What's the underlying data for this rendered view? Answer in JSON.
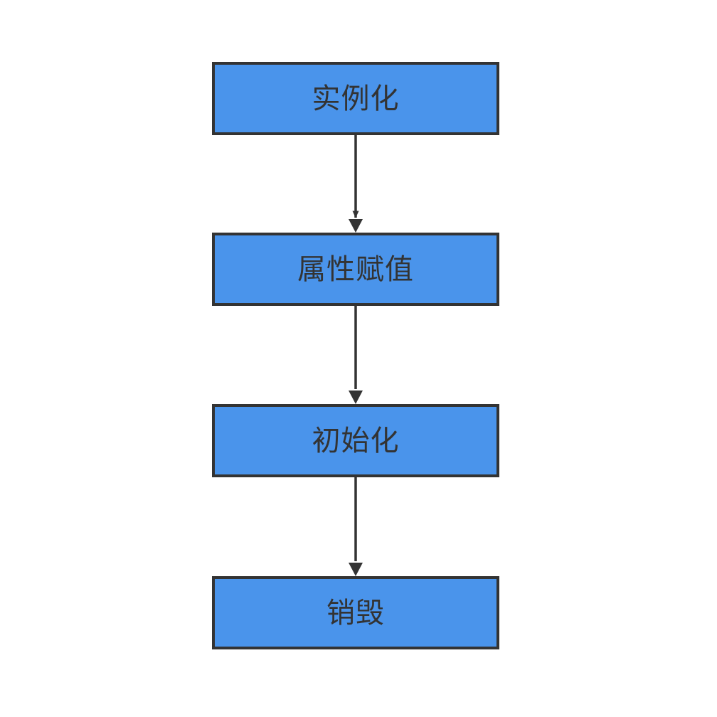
{
  "diagram": {
    "type": "flowchart",
    "direction": "top-to-bottom",
    "background_color": "#ffffff",
    "node_fill_color": "#4a94eb",
    "node_border_color": "#333333",
    "text_color": "#333333",
    "edge_color": "#333333",
    "nodes": [
      {
        "id": "node-0",
        "label": "实例化"
      },
      {
        "id": "node-1",
        "label": "属性赋值"
      },
      {
        "id": "node-2",
        "label": "初始化"
      },
      {
        "id": "node-3",
        "label": "销毁"
      }
    ],
    "edges": [
      {
        "from": "node-0",
        "to": "node-1",
        "label": ""
      },
      {
        "from": "node-1",
        "to": "node-2",
        "label": ""
      },
      {
        "from": "node-2",
        "to": "node-3",
        "label": ""
      }
    ]
  }
}
